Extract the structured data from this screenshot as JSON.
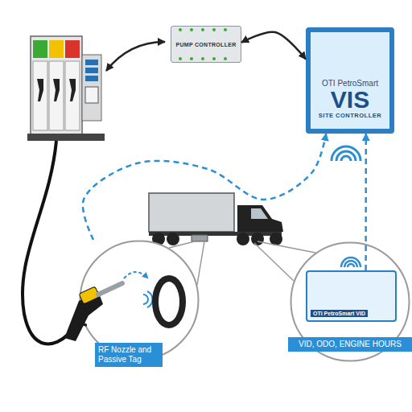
{
  "diagram": {
    "nodes": [
      {
        "text": [
          "PUMP CONTROLLER"
        ]
      },
      {
        "text": [
          "OTI PetroSmart",
          "VIS",
          "SITE CONTROLLER"
        ]
      },
      {
        "text": [
          "RF Nozzle and Passive Tag"
        ]
      },
      {
        "text": [
          "VID, ODO, ENGINE HOURS"
        ]
      },
      {
        "text": [
          "OTI PetroSmart VID"
        ],
        "in": 3
      }
    ],
    "edges": [
      {
        "from": 0,
        "to": 1,
        "arrow": "both"
      },
      {
        "from": 2,
        "to": 1,
        "arrow": "to"
      },
      {
        "from": 4,
        "to": 1,
        "arrow": "to"
      }
    ]
  }
}
